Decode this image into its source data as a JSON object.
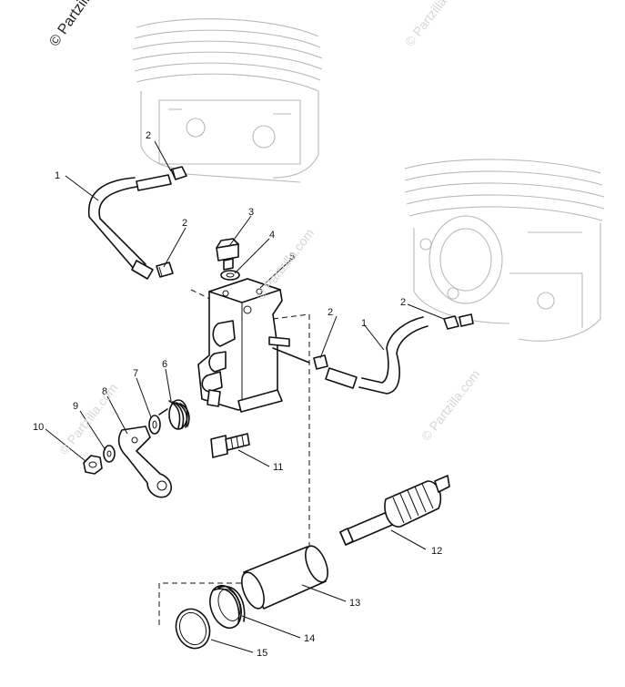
{
  "watermark": {
    "corner_text": "© Partzilla",
    "repeat_text": "© Partzilla.com"
  },
  "callouts": [
    {
      "id": "c1a",
      "label": "1"
    },
    {
      "id": "c1b",
      "label": "1"
    },
    {
      "id": "c2a",
      "label": "2"
    },
    {
      "id": "c2b",
      "label": "2"
    },
    {
      "id": "c2c",
      "label": "2"
    },
    {
      "id": "c2d",
      "label": "2"
    },
    {
      "id": "c3",
      "label": "3"
    },
    {
      "id": "c4",
      "label": "4"
    },
    {
      "id": "c5",
      "label": "5"
    },
    {
      "id": "c6",
      "label": "6"
    },
    {
      "id": "c7",
      "label": "7"
    },
    {
      "id": "c8",
      "label": "8"
    },
    {
      "id": "c9",
      "label": "9"
    },
    {
      "id": "c10",
      "label": "10"
    },
    {
      "id": "c11",
      "label": "11"
    },
    {
      "id": "c12",
      "label": "12"
    },
    {
      "id": "c13",
      "label": "13"
    },
    {
      "id": "c14",
      "label": "14"
    },
    {
      "id": "c15",
      "label": "15"
    }
  ]
}
